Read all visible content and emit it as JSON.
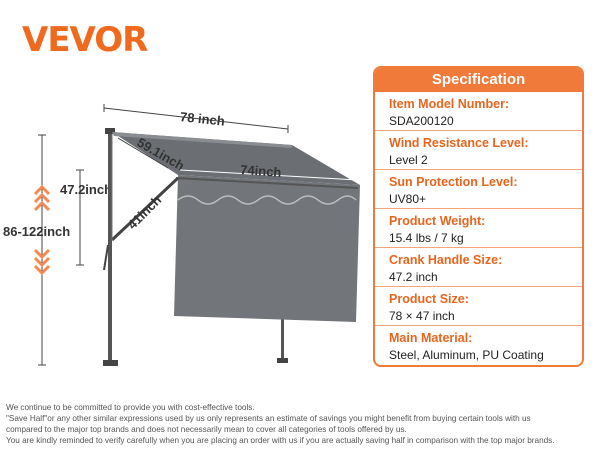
{
  "brand": {
    "logo_text": "VEVOR",
    "accent": "#f06a1d"
  },
  "illustration": {
    "dims": {
      "total_height": "86-122inch",
      "arm_height": "47.2inch",
      "top_width": "78 inch",
      "slope_length": "59.1inch",
      "front_width": "74inch",
      "depth": "41inch"
    }
  },
  "spec": {
    "title": "Specification",
    "rows": [
      {
        "label": "Item Model Number:",
        "value": "SDA200120"
      },
      {
        "label": "Wind Resistance Level:",
        "value": "Level 2"
      },
      {
        "label": "Sun Protection Level:",
        "value": "UV80+"
      },
      {
        "label": "Product Weight:",
        "value": "15.4 lbs / 7 kg"
      },
      {
        "label": "Crank Handle Size:",
        "value": "47.2 inch"
      },
      {
        "label": "Product Size:",
        "value": "78 × 47 inch"
      },
      {
        "label": "Main Material:",
        "value": "Steel, Aluminum, PU Coating"
      }
    ]
  },
  "footer": {
    "lines": [
      "We continue to be committed to provide you with cost-effective tools.",
      "\"Save Half\"or any other similar expressions used by us only represents an estimate of savings you might benefit from buying certain tools with us",
      "compared to the major top brands and does not necessarily mean to cover all categories of tools offered by us.",
      "You are kindly reminded to verify carefully when you are placing an order with us if you are actually saving half in comparison with the top major brands."
    ]
  }
}
